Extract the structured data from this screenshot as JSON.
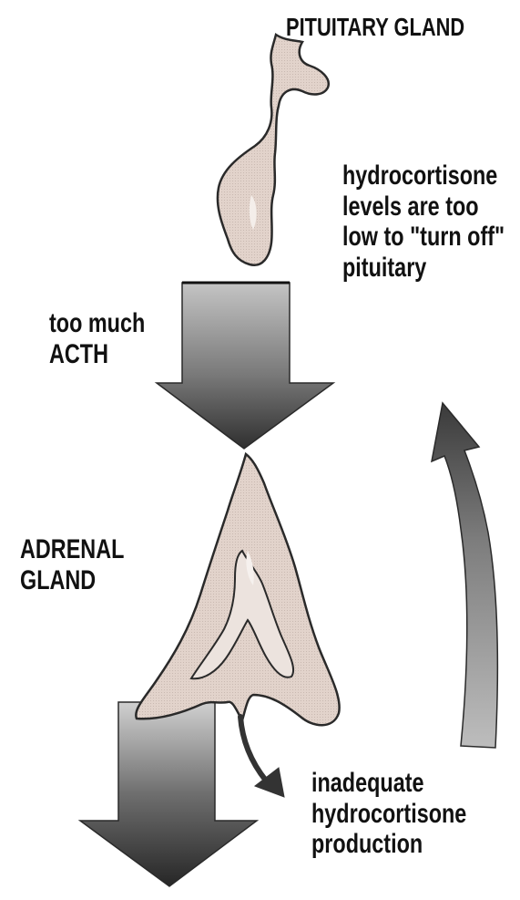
{
  "labels": {
    "pituitary_gland": "PITUITARY GLAND",
    "hydrocortisone_levels": [
      "hydrocortisone",
      "levels are too",
      "low to \"turn off\"",
      "pituitary"
    ],
    "too_much_acth": [
      "too much",
      "ACTH"
    ],
    "adrenal_gland": [
      "ADRENAL",
      "GLAND"
    ],
    "inadequate_production": [
      "inadequate",
      "hydrocortisone",
      "production"
    ]
  },
  "colors": {
    "gland_fill": "#e2d3cb",
    "gland_outline": "#2a2a2a",
    "arrow_dark": "#3a3a3a",
    "arrow_light": "#b8b8b8",
    "text": "#111111"
  }
}
